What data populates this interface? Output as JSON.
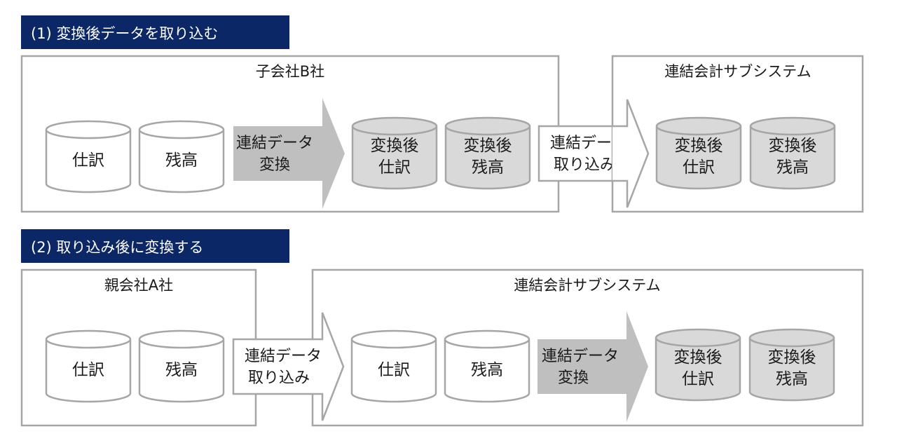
{
  "colors": {
    "banner_bg": "#0c2766",
    "box_border": "#a6a6a6",
    "cylinder_white": "#ffffff",
    "cylinder_gray": "#d9d9d9",
    "cylinder_stroke": "#a6a6a6",
    "arrow_gray": "#bfbfbf",
    "arrow_white": "#ffffff"
  },
  "section1": {
    "heading": "(1) 変換後データを取り込む",
    "subsidiary_box": {
      "title": "子会社B社",
      "db1": "仕訳",
      "db2": "残高",
      "convert_arrow_line1": "連結データ",
      "convert_arrow_line2": "変換",
      "db3_line1": "変換後",
      "db3_line2": "仕訳",
      "db4_line1": "変換後",
      "db4_line2": "残高"
    },
    "import_arrow_line1": "連結データ",
    "import_arrow_line2": "取り込み",
    "system_box": {
      "title": "連結会計サブシステム",
      "db1_line1": "変換後",
      "db1_line2": "仕訳",
      "db2_line1": "変換後",
      "db2_line2": "残高"
    }
  },
  "section2": {
    "heading": "(2) 取り込み後に変換する",
    "parent_box": {
      "title": "親会社A社",
      "db1": "仕訳",
      "db2": "残高"
    },
    "import_arrow_line1": "連結データ",
    "import_arrow_line2": "取り込み",
    "system_box": {
      "title": "連結会計サブシステム",
      "db1": "仕訳",
      "db2": "残高",
      "convert_arrow_line1": "連結データ",
      "convert_arrow_line2": "変換",
      "db3_line1": "変換後",
      "db3_line2": "仕訳",
      "db4_line1": "変換後",
      "db4_line2": "残高"
    }
  }
}
